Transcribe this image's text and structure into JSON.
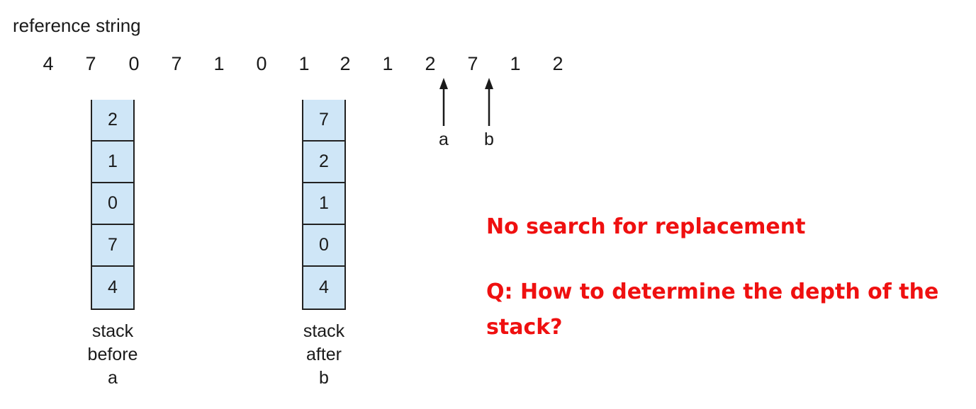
{
  "title": "reference string",
  "reference_string": [
    "4",
    "7",
    "0",
    "7",
    "1",
    "0",
    "1",
    "2",
    "1",
    "2",
    "7",
    "1",
    "2"
  ],
  "arrows": [
    {
      "label": "a"
    },
    {
      "label": "b"
    }
  ],
  "stacks": [
    {
      "cells": [
        "2",
        "1",
        "0",
        "7",
        "4"
      ],
      "label_lines": [
        "stack",
        "before",
        "a"
      ]
    },
    {
      "cells": [
        "7",
        "2",
        "1",
        "0",
        "4"
      ],
      "label_lines": [
        "stack",
        "after",
        "b"
      ]
    }
  ],
  "notes": {
    "line1": "No search for replacement",
    "line2": "Q: How to determine the depth of the",
    "line3": "stack?"
  },
  "colors": {
    "stack_fill": "#cfe6f7",
    "note_text": "#ef1010"
  }
}
